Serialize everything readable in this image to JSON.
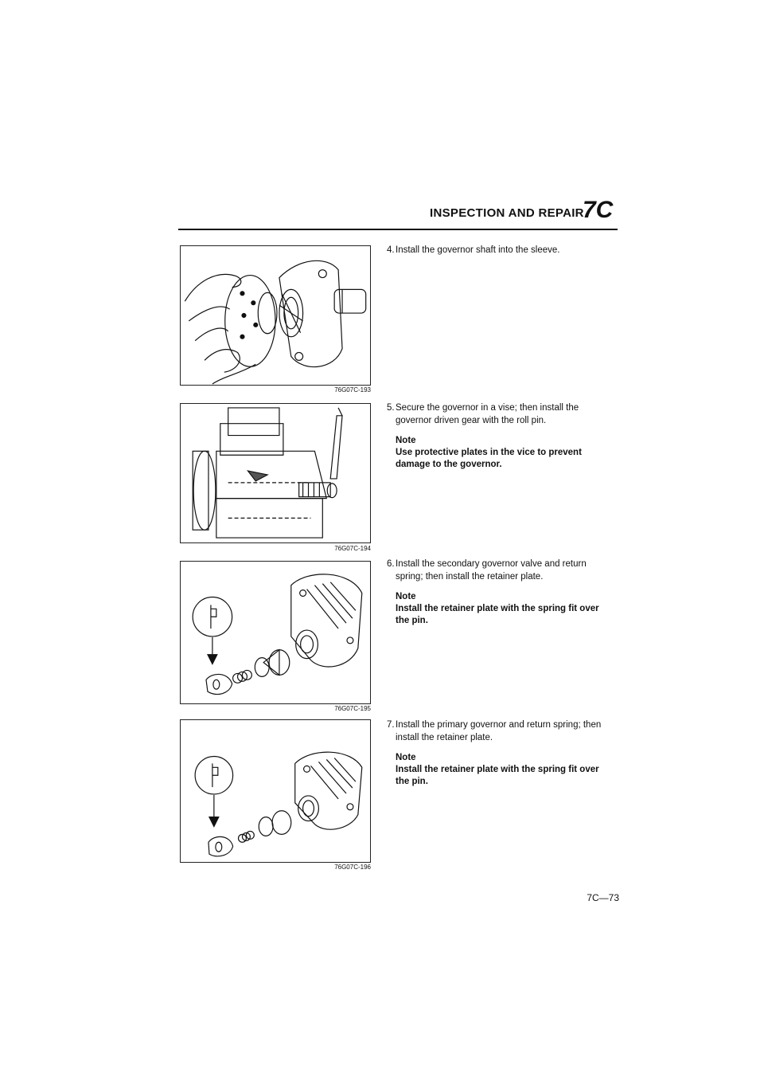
{
  "header": {
    "title": "INSPECTION AND REPAIR",
    "section_code": "7C"
  },
  "figures": [
    {
      "code": "76G07C-193",
      "icon": "governor-shaft-sleeve-illustration"
    },
    {
      "code": "76G07C-194",
      "icon": "governor-vise-roll-pin-illustration"
    },
    {
      "code": "76G07C-195",
      "icon": "secondary-governor-valve-illustration"
    },
    {
      "code": "76G07C-196",
      "icon": "primary-governor-valve-illustration"
    }
  ],
  "steps": [
    {
      "number": "4.",
      "text": "Install the governor shaft into the sleeve.",
      "note_label": "",
      "note_text": ""
    },
    {
      "number": "5.",
      "text": "Secure the governor in a vise; then install the governor driven gear with the roll pin.",
      "note_label": "Note",
      "note_text": "Use protective plates in the vice to prevent damage to the governor."
    },
    {
      "number": "6.",
      "text": "Install the secondary governor valve and return spring; then install the retainer plate.",
      "note_label": "Note",
      "note_text": "Install the retainer plate with the spring fit over the pin."
    },
    {
      "number": "7.",
      "text": "Install the primary governor and return spring; then install the retainer plate.",
      "note_label": "Note",
      "note_text": "Install the retainer plate with the spring fit over the pin."
    }
  ],
  "footer": {
    "page_number": "7C—73"
  }
}
